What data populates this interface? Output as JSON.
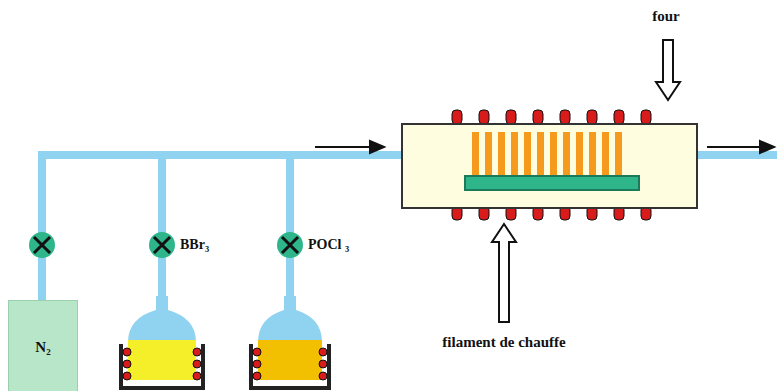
{
  "diagram": {
    "nodes": [
      {
        "text": [
          "N₂"
        ]
      }
    ],
    "labels": [
      "four",
      "BBr₃",
      "POCl ₃",
      "filament de chauffe"
    ]
  }
}
